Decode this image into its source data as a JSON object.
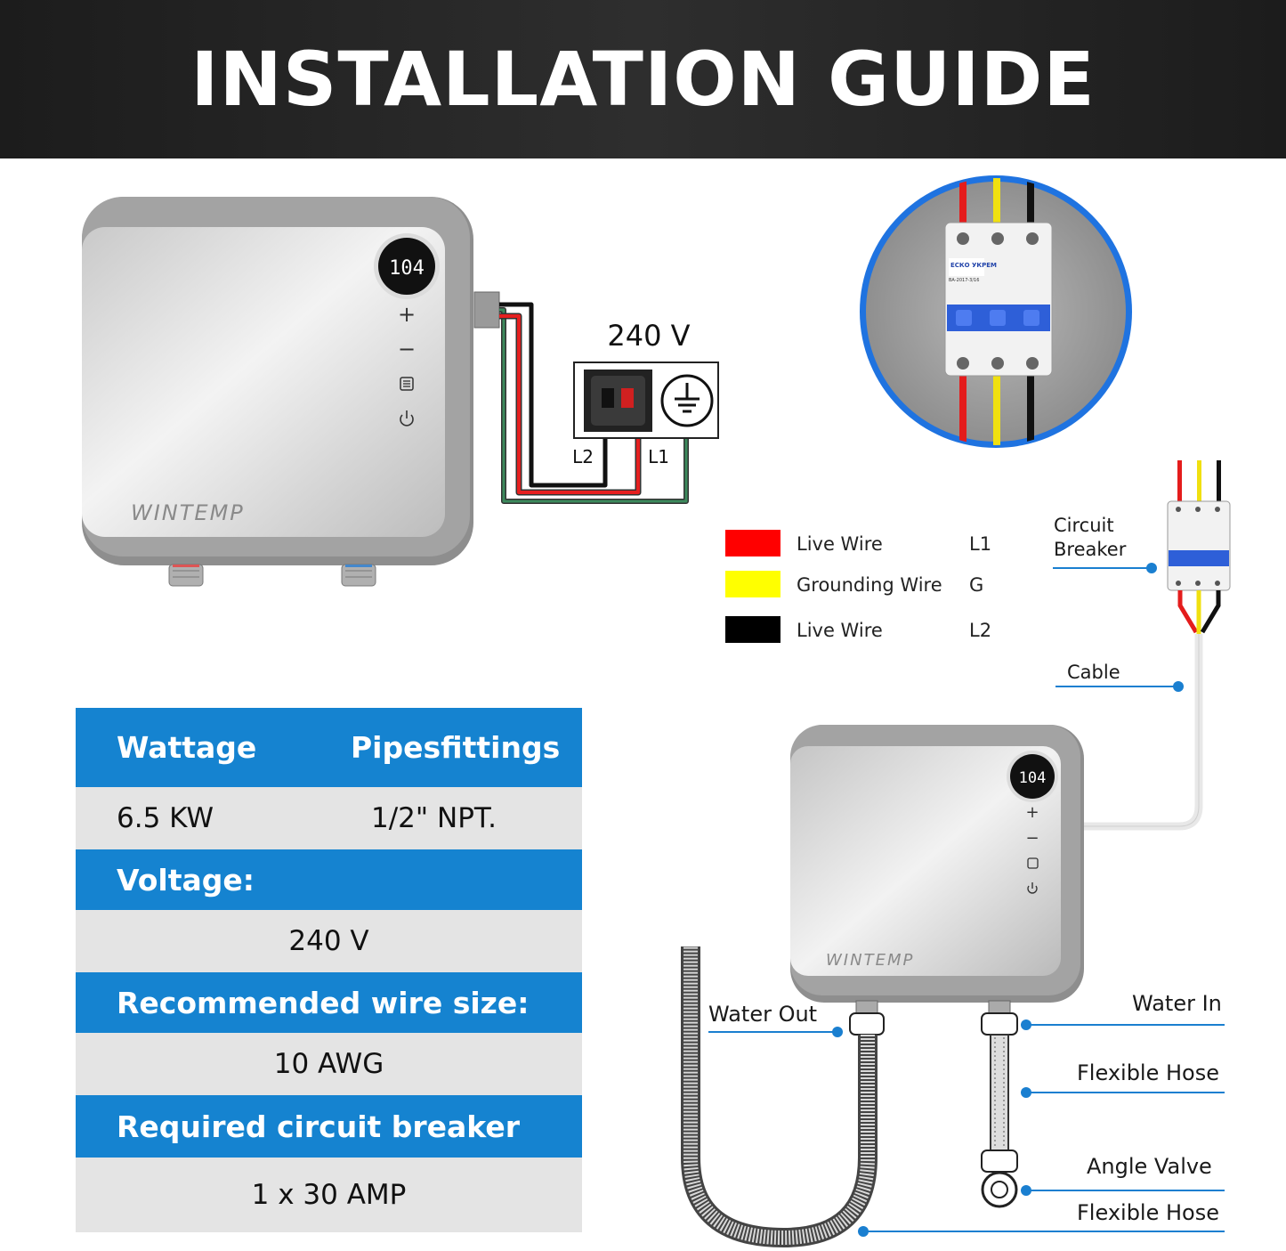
{
  "header": {
    "title": "INSTALLATION GUIDE"
  },
  "heater": {
    "display": "104",
    "brand": "WINTEMP",
    "plus": "+",
    "minus": "−"
  },
  "wiring": {
    "voltage": "240 V",
    "terminal_l2": "L2",
    "terminal_l1": "L1"
  },
  "breaker": {
    "brand": "ЕСКО УКРЕМ",
    "model": "ВА-2017-3/16"
  },
  "legend": {
    "items": [
      {
        "color": "#ff0000",
        "label": "Live Wire",
        "code": "L1"
      },
      {
        "color": "#ffff00",
        "label": "Grounding Wire",
        "code": "G"
      },
      {
        "color": "#000000",
        "label": "Live Wire",
        "code": "L2"
      }
    ]
  },
  "callouts": {
    "circuit_breaker_1": "Circuit",
    "circuit_breaker_2": "Breaker",
    "cable": "Cable",
    "water_out": "Water Out",
    "water_in": "Water In",
    "flexible_hose_top": "Flexible Hose",
    "angle_valve": "Angle Valve",
    "flexible_hose_bottom": "Flexible Hose"
  },
  "specs": {
    "wattage_label": "Wattage",
    "pipefittings_label": "Pipesfittings",
    "wattage_value": "6.5 KW",
    "pipefittings_value": "1/2\" NPT.",
    "voltage_label": "Voltage:",
    "voltage_value": "240 V",
    "wire_label": "Recommended wire size:",
    "wire_value": "10 AWG",
    "breaker_label": "Required circuit breaker",
    "breaker_value": "1 x 30 AMP"
  },
  "colors": {
    "accent_blue": "#1583d0",
    "header_bg": "#222222",
    "callout_blue": "#1a7fd0"
  }
}
